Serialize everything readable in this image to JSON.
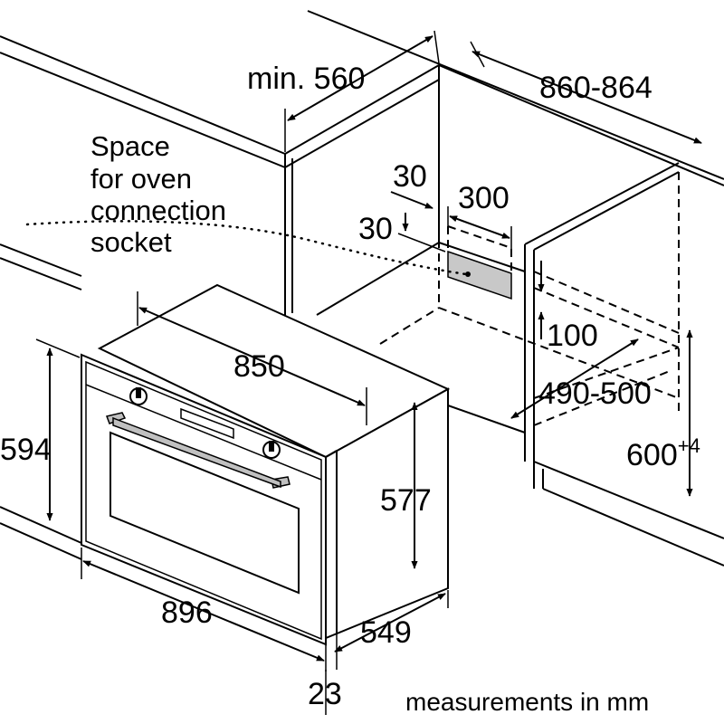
{
  "labels": {
    "socket_line1": "Space",
    "socket_line2": "for oven",
    "socket_line3": "connection",
    "socket_line4": "socket",
    "footer": "measurements in mm"
  },
  "dimensions": {
    "min_height": "min. 560",
    "niche_width": "860-864",
    "socket_offset_side": "30",
    "socket_offset_top": "30",
    "socket_width": "300",
    "socket_height": "100",
    "niche_depth": "490-500",
    "niche_height": "600",
    "niche_height_tolerance": "+4",
    "body_width": "850",
    "front_height": "594",
    "body_height": "577",
    "front_width": "896",
    "body_depth": "549",
    "front_thickness": "23"
  },
  "colors": {
    "line": "#000000",
    "socket_fill": "#c8c8c8",
    "handle_fill": "#c0c0c0"
  }
}
